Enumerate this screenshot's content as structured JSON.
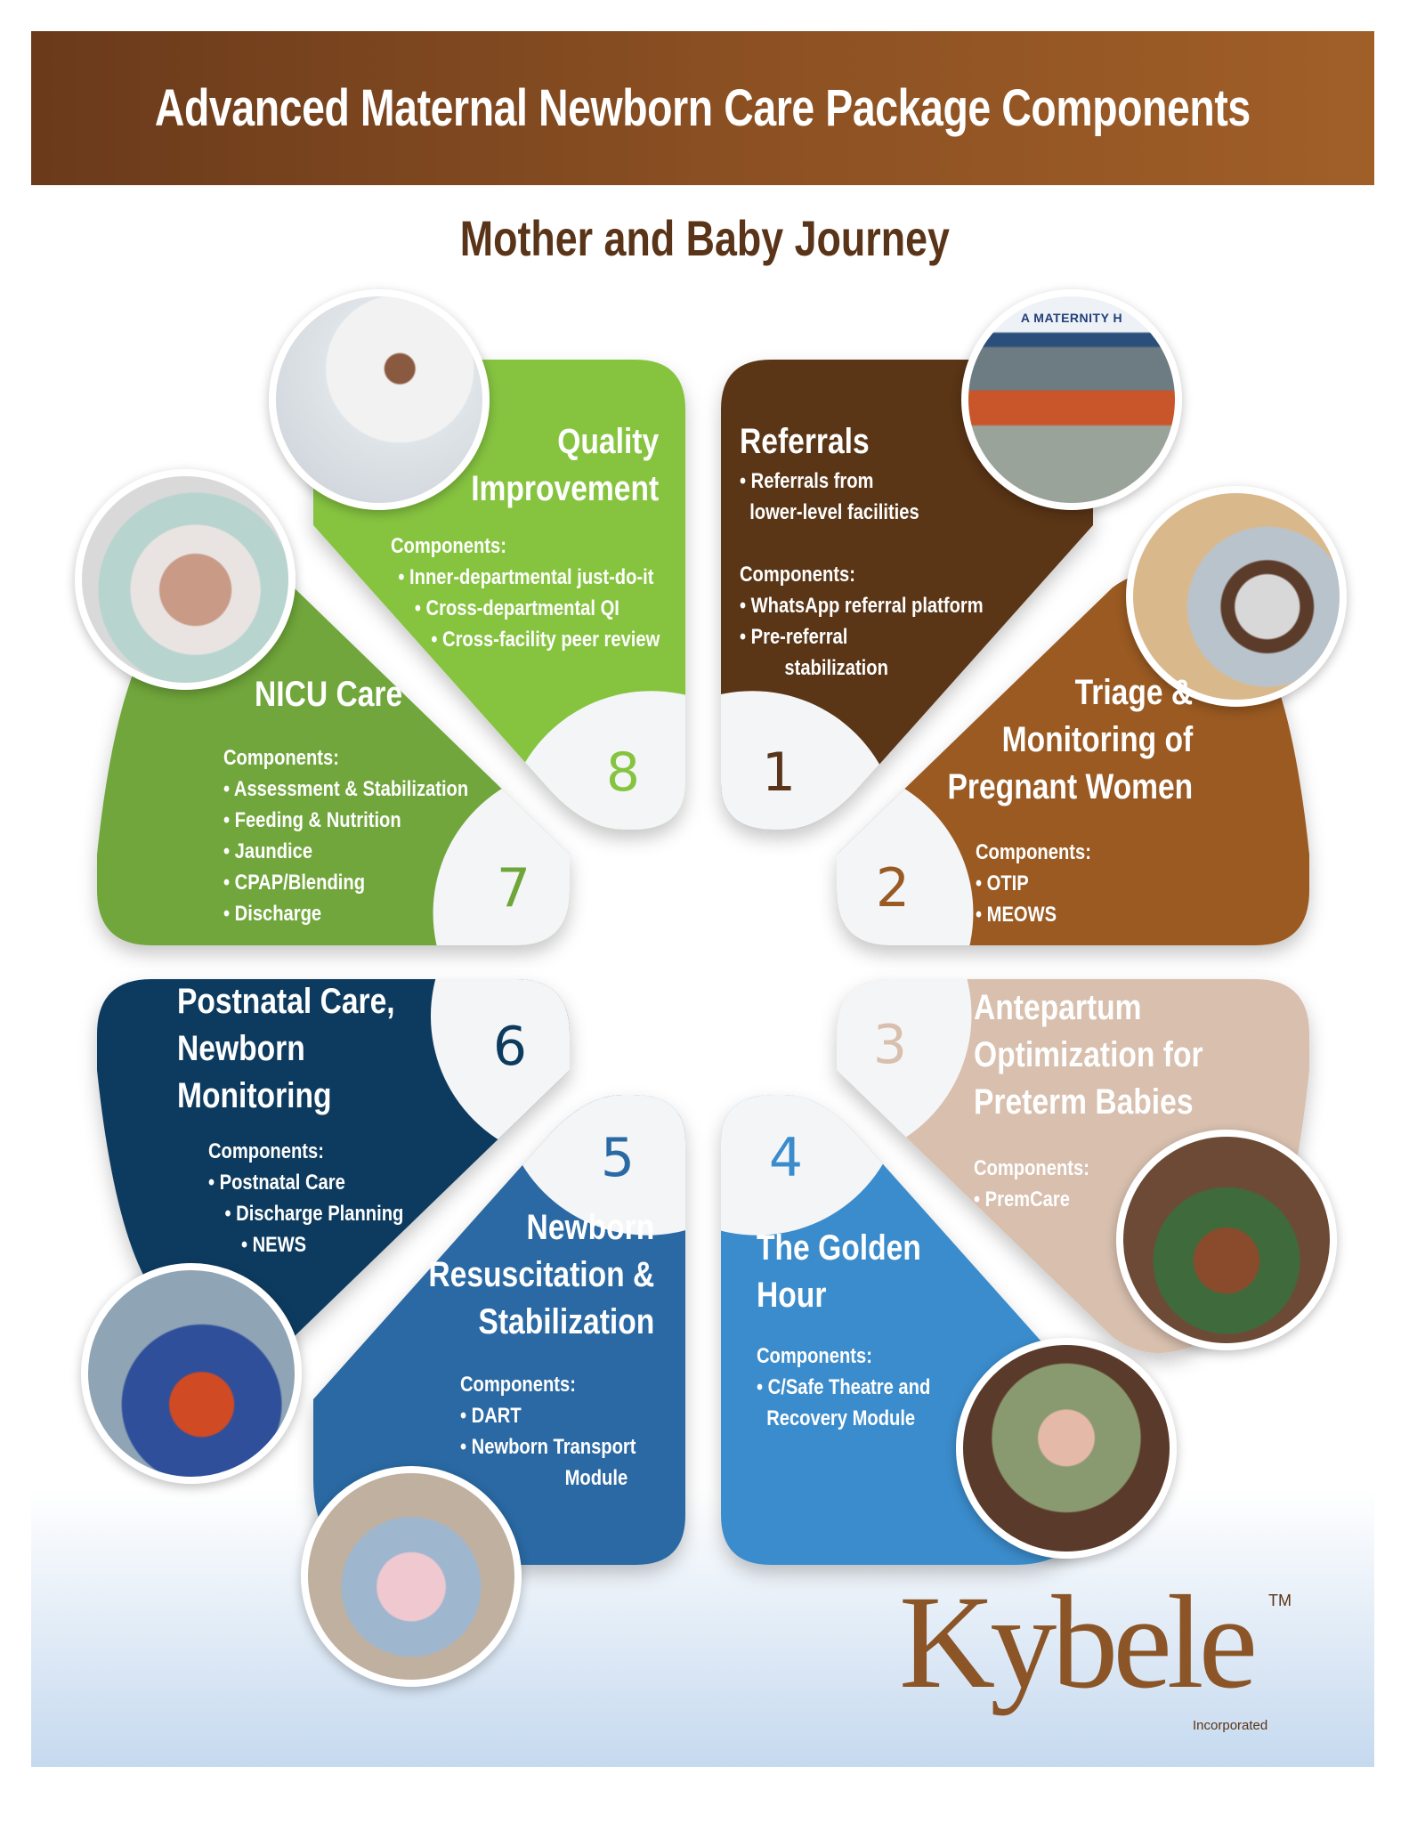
{
  "header": {
    "title": "Advanced Maternal Newborn Care Package Components"
  },
  "subtitle": "Mother and Baby Journey",
  "colors": {
    "header": "#7a4520",
    "p1": "#5a3419",
    "p2": "#9a5a24",
    "p3": "#d8bfae",
    "p4": "#3a8ccc",
    "p5": "#2a69a3",
    "p6": "#0d3b5e",
    "p7": "#6fa63a",
    "p8": "#86c440"
  },
  "petals": [
    {
      "number": "1",
      "title": [
        "Referrals"
      ],
      "lines": [
        "• Referrals from",
        "  lower-level facilities",
        "",
        "Components:",
        "• WhatsApp referral platform",
        "• Pre-referral",
        "         stabilization"
      ]
    },
    {
      "number": "2",
      "title": [
        "Triage &",
        "Monitoring of",
        "Pregnant Women"
      ],
      "lines": [
        "Components:",
        "• OTIP",
        "• MEOWS"
      ]
    },
    {
      "number": "3",
      "title": [
        "Antepartum",
        "Optimization for",
        "Preterm Babies"
      ],
      "lines": [
        "Components:",
        "• PremCare"
      ]
    },
    {
      "number": "4",
      "title": [
        "The Golden",
        "Hour"
      ],
      "lines": [
        "Components:",
        "• C/Safe Theatre and",
        "  Recovery Module"
      ]
    },
    {
      "number": "5",
      "title": [
        "Newborn",
        "Resuscitation &",
        "Stabilization"
      ],
      "lines": [
        "Components:",
        "• DART",
        "• Newborn Transport",
        "Module"
      ]
    },
    {
      "number": "6",
      "title": [
        "Postnatal Care,",
        "Newborn",
        "Monitoring"
      ],
      "lines": [
        "Components:",
        "• Postnatal Care",
        "• Discharge Planning",
        "• NEWS"
      ]
    },
    {
      "number": "7",
      "title": [
        "NICU Care"
      ],
      "lines": [
        "Components:",
        "• Assessment & Stabilization",
        "• Feeding & Nutrition",
        "• Jaundice",
        "• CPAP/Blending",
        "• Discharge"
      ]
    },
    {
      "number": "8",
      "title": [
        "Quality",
        "Improvement"
      ],
      "lines": [
        "Components:",
        "• Inner-departmental just-do-it",
        "• Cross-departmental QI",
        "• Cross-facility peer review"
      ]
    }
  ],
  "photo_sign_text": "A MATERNITY H",
  "logo": {
    "name": "Kybele",
    "tm": "TM",
    "sub": "Incorporated"
  }
}
